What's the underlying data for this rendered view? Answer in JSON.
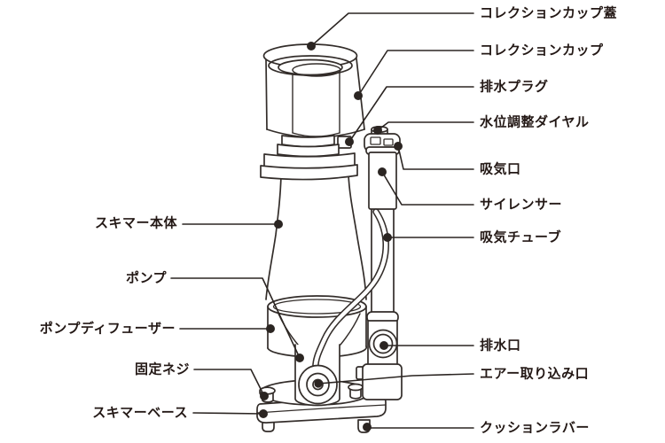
{
  "figure": {
    "type": "labeled-parts-diagram",
    "colors": {
      "line": "#332d2a",
      "text": "#231815",
      "dot": "#2b2522",
      "background": "#ffffff"
    }
  },
  "labels": {
    "right": [
      "コレクションカップ蓋",
      "コレクションカップ",
      "排水プラグ",
      "水位調整ダイヤル",
      "吸気口",
      "サイレンサー",
      "吸気チューブ",
      "排水口",
      "エアー取り込み口",
      "クッションラバー"
    ],
    "left": [
      "スキマー本体",
      "ポンプ",
      "ポンプディフューザー",
      "固定ネジ",
      "スキマーベース"
    ]
  }
}
